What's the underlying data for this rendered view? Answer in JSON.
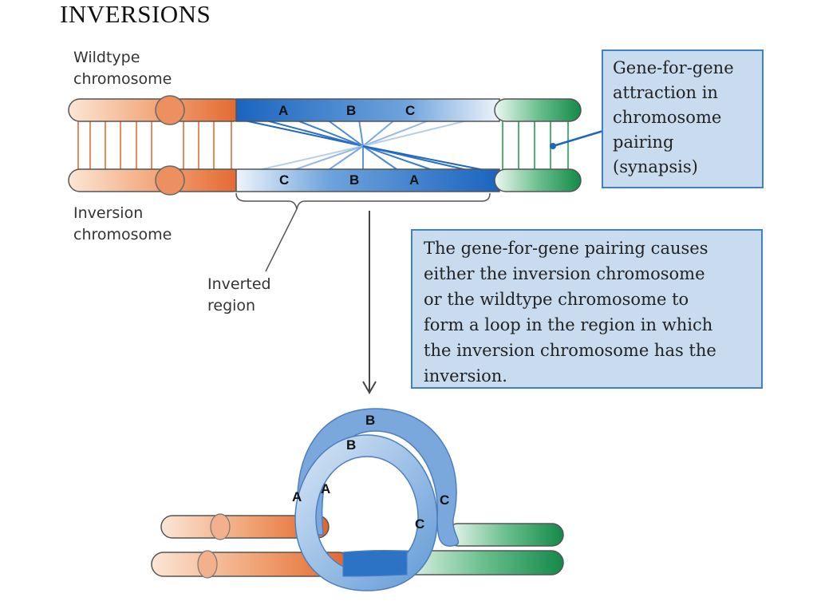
{
  "title": "INVERSIONS",
  "labels": {
    "wildtype": "Wildtype chromosome",
    "wildtype_l1": "Wildtype",
    "wildtype_l2": "chromosome",
    "inversion_l1": "Inversion",
    "inversion_l2": "chromosome",
    "inverted_l1": "Inverted",
    "inverted_l2": "region"
  },
  "callouts": {
    "synapsis": [
      "Gene-for-gene",
      "attraction in",
      "chromosome",
      "pairing",
      "(synapsis)"
    ],
    "loop": [
      "The gene-for-gene pairing causes",
      "either the inversion chromosome",
      "or the wildtype chromosome to",
      "form a loop in the region in which",
      "the inversion chromosome has the",
      "inversion."
    ]
  },
  "genes": {
    "wildtype_top": [
      "A",
      "B",
      "C"
    ],
    "inversion_bottom": [
      "C",
      "B",
      "A"
    ],
    "loop_outer": [
      "B",
      "A",
      "C"
    ],
    "loop_inner": [
      "B",
      "A",
      "C"
    ]
  },
  "colors": {
    "orange": "#e8703a",
    "blue": "#1f6fc6",
    "green": "#1a9a55",
    "box_fill": "#c9dbef",
    "box_border": "#3f82c8"
  }
}
